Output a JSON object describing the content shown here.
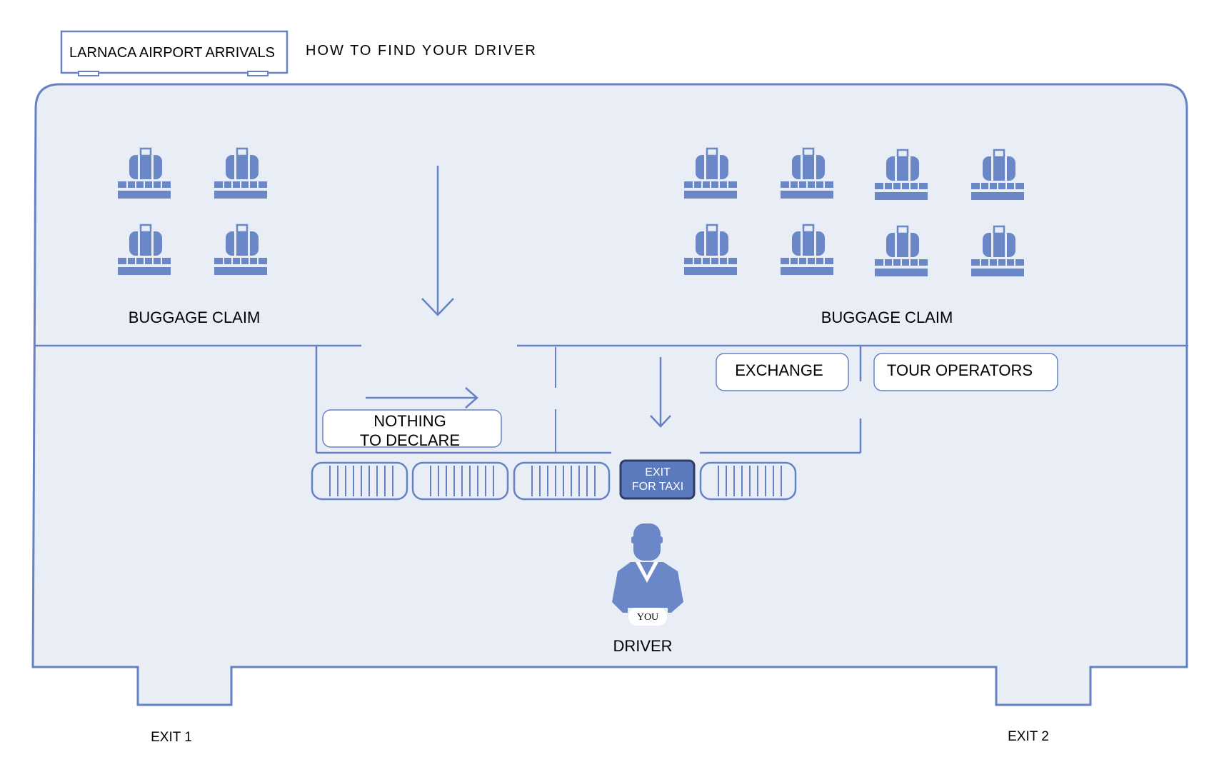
{
  "header": {
    "badge_text": "LARNACA  AIRPORT ARRIVALS",
    "title": "HOW TO FIND YOUR DRIVER"
  },
  "areas": {
    "baggage_left": "BUGGAGE CLAIM",
    "baggage_right": "BUGGAGE CLAIM"
  },
  "labels": {
    "nothing_to_declare_line1": "NOTHING",
    "nothing_to_declare_line2": "TO DECLARE",
    "exchange": "EXCHANGE",
    "tour_operators": "TOUR OPERATORS",
    "exit_for_taxi_line1": "EXIT",
    "exit_for_taxi_line2": "FOR TAXI",
    "you_badge": "YOU",
    "driver": "DRIVER",
    "exit_1": "EXIT 1",
    "exit_2": "EXIT 2"
  },
  "icons": {
    "baggage": "luggage-carousel-icon",
    "person": "driver-person-icon",
    "turnstile": "turnstile-gate-icon"
  },
  "colors": {
    "accent": "#6a87c8",
    "floor": "#e8edf6",
    "outline": "#6582c4",
    "exit_button": "#5b79bd",
    "exit_button_border": "#2f3f63"
  }
}
